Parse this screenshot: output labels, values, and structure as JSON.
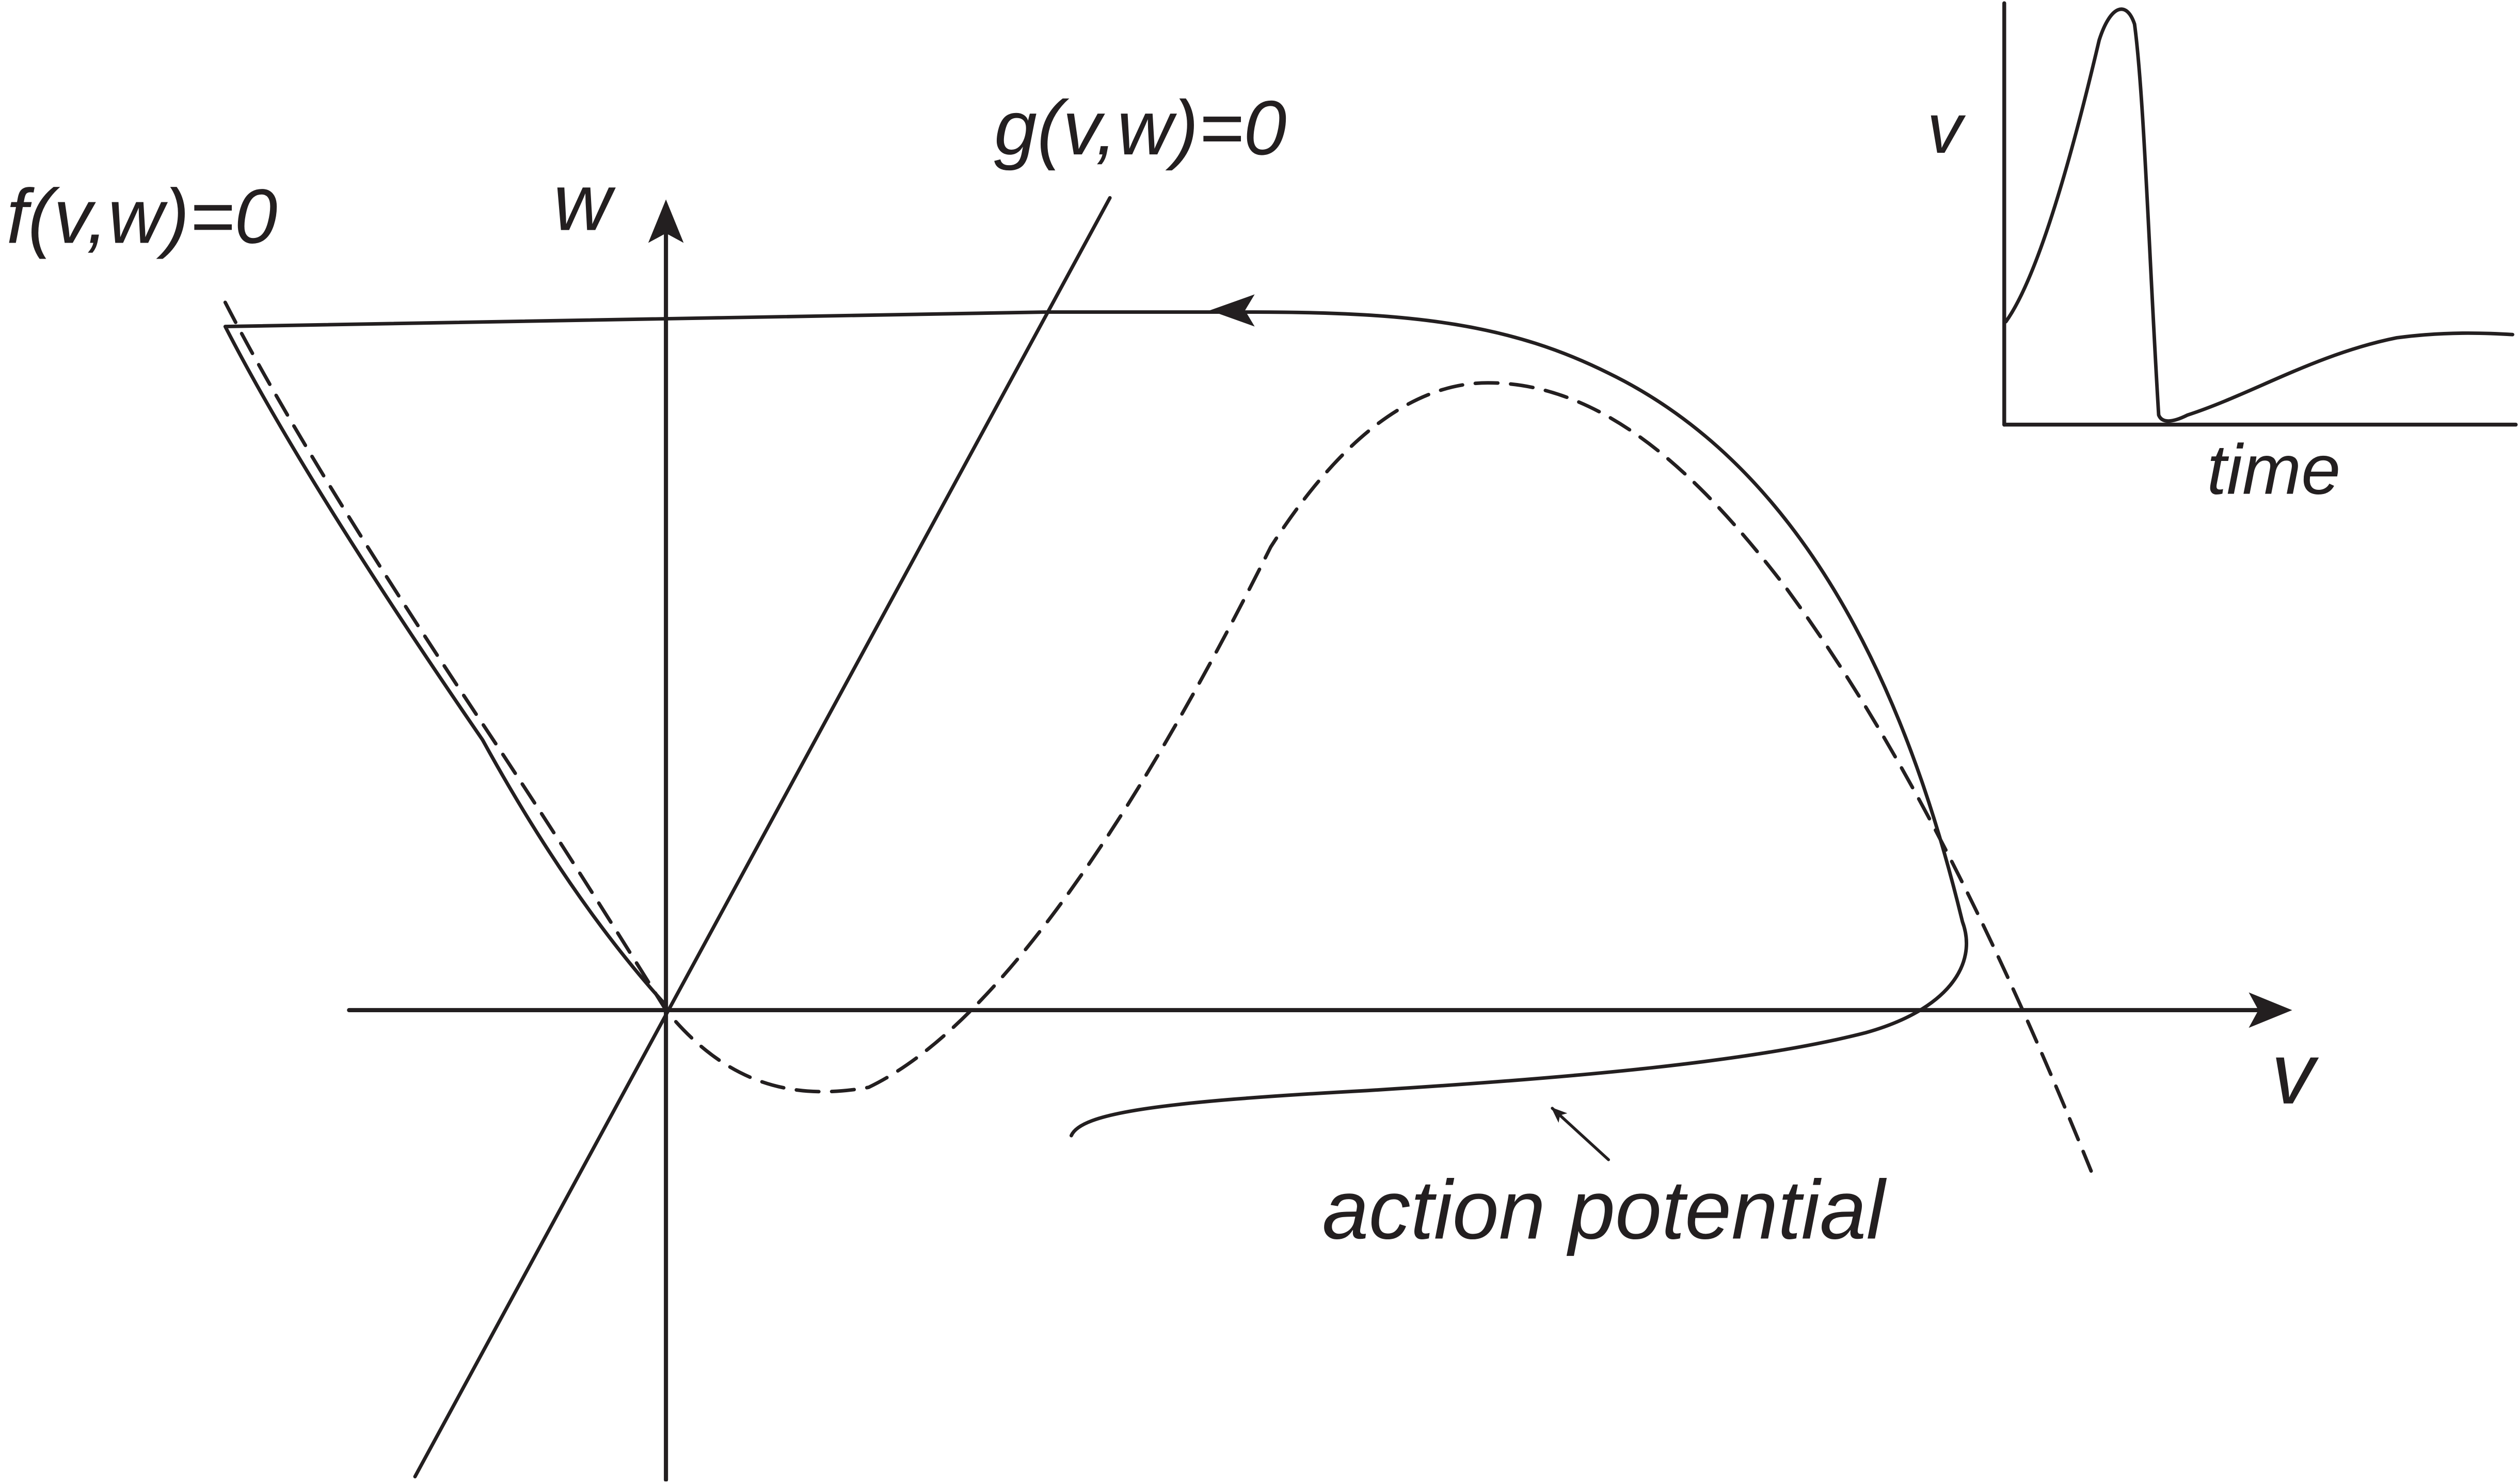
{
  "labels": {
    "f_nullcline": "f(v,w)=0",
    "g_nullcline": "g(v,w)=0",
    "w_axis": "w",
    "v_axis": "v",
    "trajectory": "action potential",
    "inset_v_axis": "v",
    "inset_time_axis": "time"
  },
  "colors": {
    "ink": "#231f20",
    "background": "#ffffff"
  }
}
